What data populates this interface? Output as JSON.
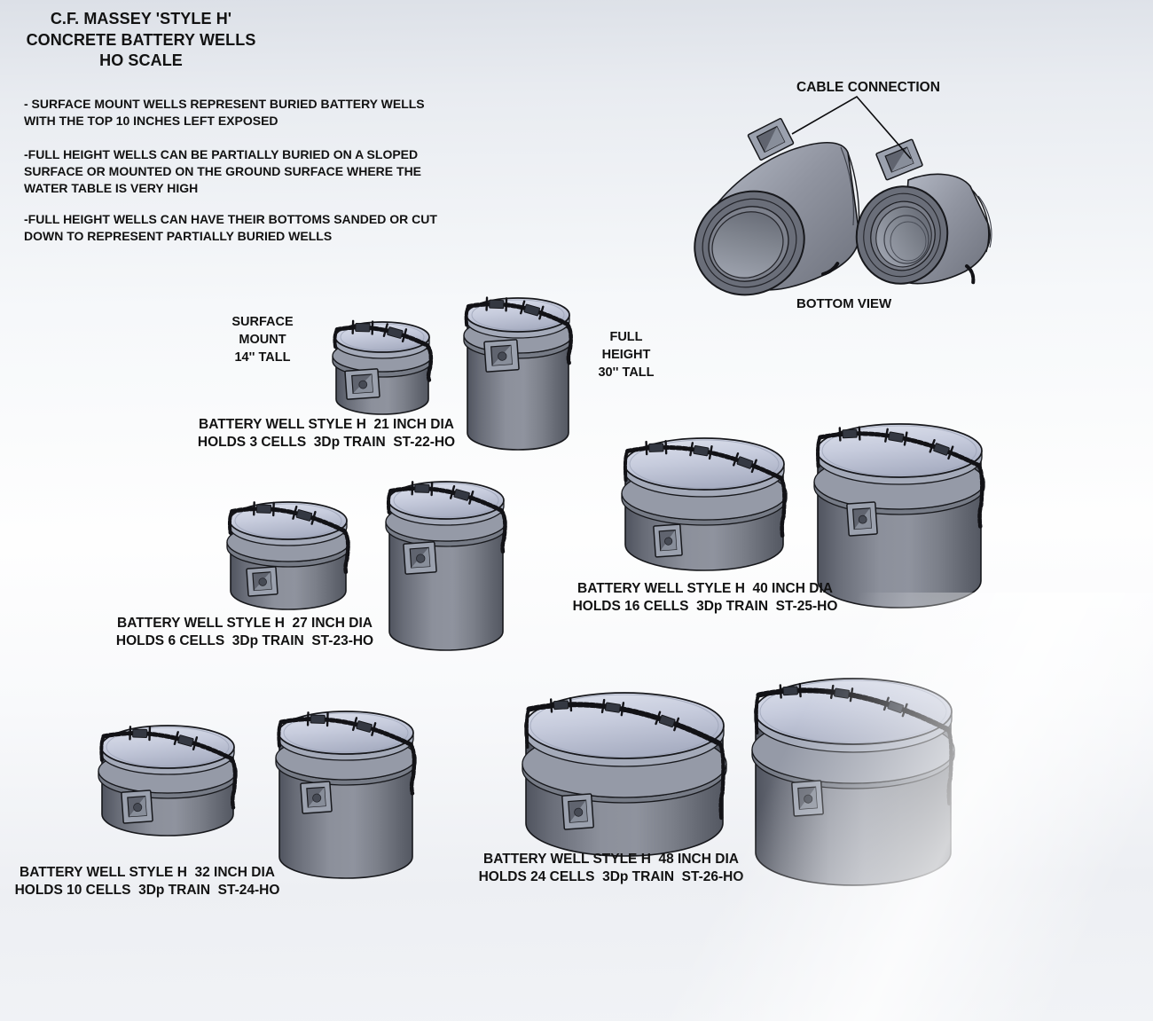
{
  "title": {
    "lines": [
      "C.F. MASSEY 'STYLE H'",
      "CONCRETE BATTERY WELLS",
      "HO SCALE"
    ]
  },
  "notes": [
    {
      "lines": [
        "- SURFACE MOUNT WELLS REPRESENT BURIED BATTERY WELLS",
        "WITH THE TOP 10 INCHES LEFT EXPOSED"
      ]
    },
    {
      "lines": [
        "-FULL HEIGHT WELLS CAN BE PARTIALLY BURIED ON A SLOPED",
        "SURFACE OR MOUNTED ON THE GROUND SURFACE WHERE THE",
        "WATER TABLE IS VERY HIGH"
      ]
    },
    {
      "lines": [
        "-FULL HEIGHT WELLS CAN HAVE THEIR BOTTOMS SANDED OR CUT",
        "DOWN TO REPRESENT PARTIALLY BURIED WELLS"
      ]
    }
  ],
  "bottom_view": {
    "callout": "CABLE CONNECTION",
    "caption": "BOTTOM VIEW"
  },
  "variants": {
    "surface_mount": {
      "lines": [
        "SURFACE",
        "MOUNT",
        "14'' TALL"
      ]
    },
    "full_height": {
      "lines": [
        "FULL",
        "HEIGHT",
        "30'' TALL"
      ]
    }
  },
  "products": [
    {
      "id": "ST-22-HO",
      "line1": "BATTERY WELL STYLE H  21 INCH DIA",
      "line2": "HOLDS 3 CELLS  3Dp TRAIN  ST-22-HO"
    },
    {
      "id": "ST-23-HO",
      "line1": "BATTERY WELL STYLE H  27 INCH DIA",
      "line2": "HOLDS 6 CELLS  3Dp TRAIN  ST-23-HO"
    },
    {
      "id": "ST-25-HO",
      "line1": "BATTERY WELL STYLE H  40 INCH DIA",
      "line2": "HOLDS 16 CELLS  3Dp TRAIN  ST-25-HO"
    },
    {
      "id": "ST-24-HO",
      "line1": "BATTERY WELL STYLE H  32 INCH DIA",
      "line2": "HOLDS 10 CELLS  3Dp TRAIN  ST-24-HO"
    },
    {
      "id": "ST-26-HO",
      "line1": "BATTERY WELL STYLE H  48 INCH DIA",
      "line2": "HOLDS 24 CELLS  3Dp TRAIN  ST-26-HO"
    }
  ],
  "colors": {
    "text": "#121212",
    "outline": "#17181c",
    "chain": "#121216",
    "body_mid": "#8c909b",
    "body_dark": "#50545f",
    "lid_top": "#c7ccdd",
    "lid_shadow": "#a9afc3",
    "flange": "#959aa7",
    "boss_face": "#9ba1ae",
    "boss_recess": "#60646f",
    "background_top": "#dce0e7",
    "background_mid": "#fefefe",
    "background_bottom": "#f1f3f6"
  }
}
